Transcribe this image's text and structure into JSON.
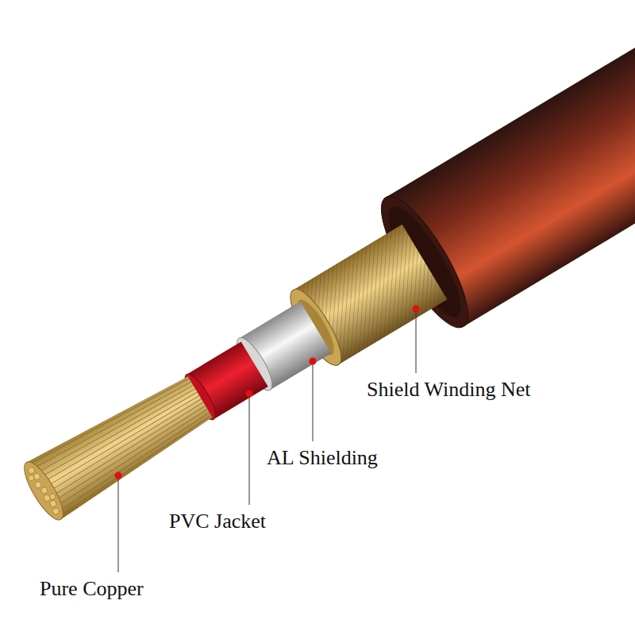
{
  "diagram": {
    "labels": [
      "Shield Winding Net",
      "AL Shielding",
      "PVC Jacket",
      "Pure Copper"
    ]
  }
}
